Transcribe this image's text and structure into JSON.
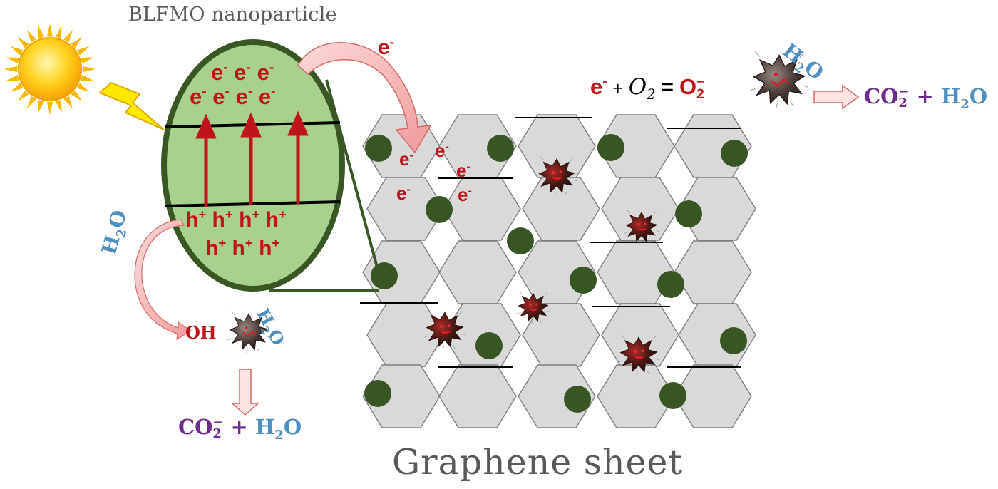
{
  "labels": {
    "nanoparticle_title": "BLFMO nanoparticle",
    "sheet_title": "Graphene sheet"
  },
  "particle": {
    "electron_symbol": "e",
    "electron_charge": "-",
    "hole_symbol": "h",
    "hole_charge": "+",
    "transfer_electron": "e"
  },
  "reactions": {
    "oxygen": {
      "electron": "e",
      "electron_charge": "-",
      "plus": "+",
      "o2_symbol": "O",
      "o2_sub": "2",
      "equals": "=",
      "product_symbol": "O",
      "product_sub": "2",
      "product_charge": "−"
    },
    "products": {
      "co_symbol": "CO",
      "co_sub": "2",
      "co_charge": "−",
      "plus": "+",
      "water_h": "H",
      "water_sub": "2",
      "water_o": "O"
    },
    "water_label": {
      "h": "H",
      "sub": "2",
      "o": "O"
    },
    "hydroxyl": "OH"
  },
  "colors": {
    "particle_fill": "#a9d18e",
    "particle_border": "#385723",
    "electron_red": "#c0141b",
    "water_blue": "#4f8fc0",
    "co2_purple": "#6e2d8e",
    "hexagon_fill": "#d9d9d9",
    "dot_green": "#375623",
    "arrow_pink": "#f4b4b4"
  },
  "icons": [
    "sun-icon",
    "lightning-icon",
    "pollutant-molecule-icon"
  ]
}
